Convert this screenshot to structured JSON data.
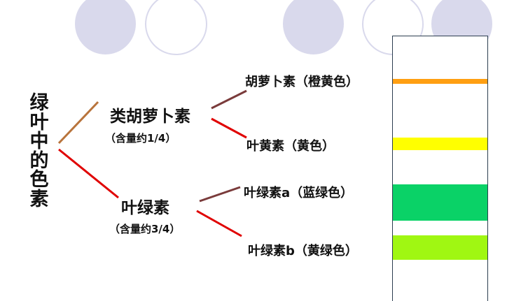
{
  "root": {
    "label": "绿叶中的色素"
  },
  "groups": [
    {
      "label": "类胡萝卜素",
      "share": "（含量约1/4）",
      "children": [
        {
          "label": "胡萝卜素（橙黄色）",
          "color": "#ff9f12"
        },
        {
          "label": "叶黄素（黄色）",
          "color": "#ffff00"
        }
      ]
    },
    {
      "label": "叶绿素",
      "share": "（含量约3/4）",
      "children": [
        {
          "label": "叶绿素a（蓝绿色）",
          "color": "#0ad267"
        },
        {
          "label": "叶绿素b（黄绿色）",
          "color": "#a0f712"
        }
      ]
    }
  ],
  "chromatography_strip": {
    "bands": [
      {
        "pigment": "胡萝卜素",
        "color": "#ff9f12"
      },
      {
        "pigment": "叶黄素",
        "color": "#ffff00"
      },
      {
        "pigment": "叶绿素a",
        "color": "#0ad267"
      },
      {
        "pigment": "叶绿素b",
        "color": "#a0f712"
      }
    ]
  },
  "decor": {
    "circle_color": "#d9d9ec"
  }
}
